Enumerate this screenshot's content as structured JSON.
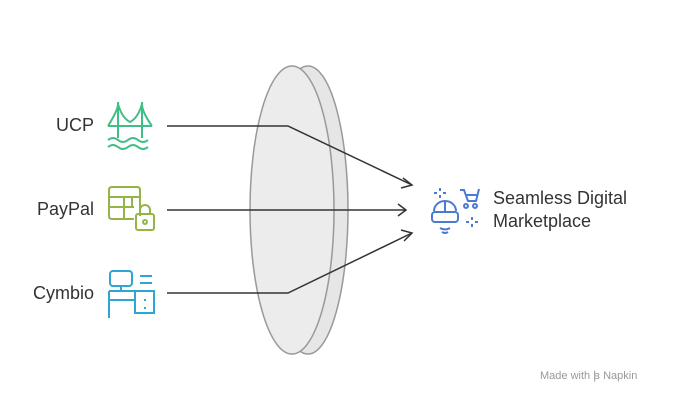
{
  "inputs": [
    {
      "label": "UCP",
      "icon": "bridge-icon",
      "color": "#3fbf86"
    },
    {
      "label": "PayPal",
      "icon": "table-lock-icon",
      "color": "#93b545"
    },
    {
      "label": "Cymbio",
      "icon": "desk-computer-icon",
      "color": "#2ea6d4"
    }
  ],
  "output": {
    "line1": "Seamless Digital",
    "line2": "Marketplace",
    "icon": "vr-shopping-icon",
    "color": "#4a7bd0"
  },
  "footer": {
    "made_with": "Made with",
    "brand": "Napkin"
  }
}
